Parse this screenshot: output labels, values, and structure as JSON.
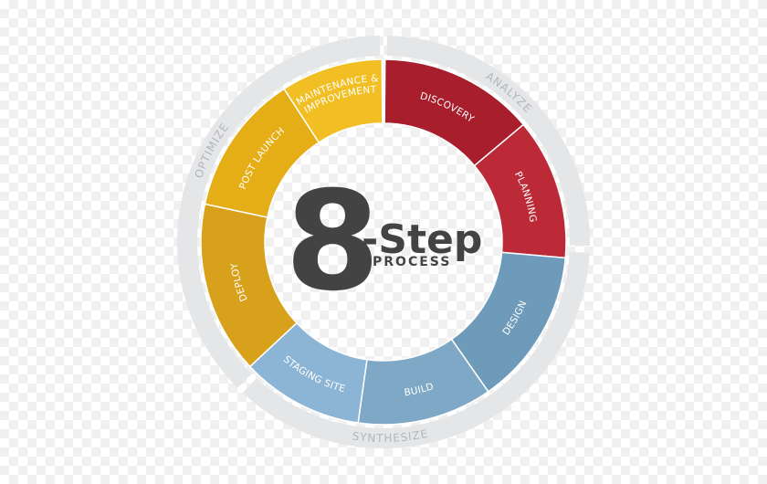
{
  "center": {
    "number": "8",
    "title": "-Step",
    "subtitle": "PROCESS"
  },
  "phases": [
    {
      "label": "ANALYZE"
    },
    {
      "label": "SYNTHESIZE"
    },
    {
      "label": "OPTIMIZE"
    }
  ],
  "steps": [
    {
      "label": "DISCOVERY",
      "color": "#a81e2d"
    },
    {
      "label": "PLANNING",
      "color": "#bd2a37"
    },
    {
      "label": "DESIGN",
      "color": "#6d9bb9"
    },
    {
      "label": "BUILD",
      "color": "#7ea8c6"
    },
    {
      "label": "STAGING SITE",
      "color": "#8cb5d5"
    },
    {
      "label": "DEPLOY",
      "color": "#d8a11b"
    },
    {
      "label": "POST LAUNCH",
      "color": "#e5ae16"
    },
    {
      "label": "MAINTENANCE &",
      "label2": "IMPROVEMENT",
      "color": "#f1bf24"
    }
  ],
  "colors": {
    "ring": "#e5e6e8",
    "text_dark": "#434343",
    "phase_text": "#b3b5b8"
  }
}
